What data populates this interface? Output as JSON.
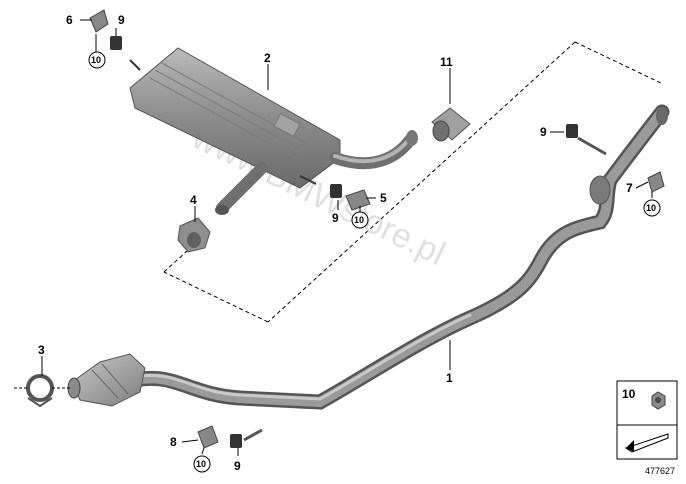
{
  "diagram": {
    "watermark": "www.BMWstore.pl",
    "reference_number": "477627",
    "colors": {
      "part_dark": "#6f6f6f",
      "part_mid": "#9a9a9a",
      "part_light": "#c4c4c4",
      "line": "#000000"
    },
    "labels": {
      "p1": "1",
      "p2": "2",
      "p3": "3",
      "p4": "4",
      "p5": "5",
      "p6": "6",
      "p7": "7",
      "p8": "8",
      "p9": "9",
      "p10": "10",
      "p11": "11"
    },
    "legend": {
      "item_number": "10",
      "icon": "hex-nut-icon",
      "tray_icon": "arrow-tray-icon"
    }
  }
}
